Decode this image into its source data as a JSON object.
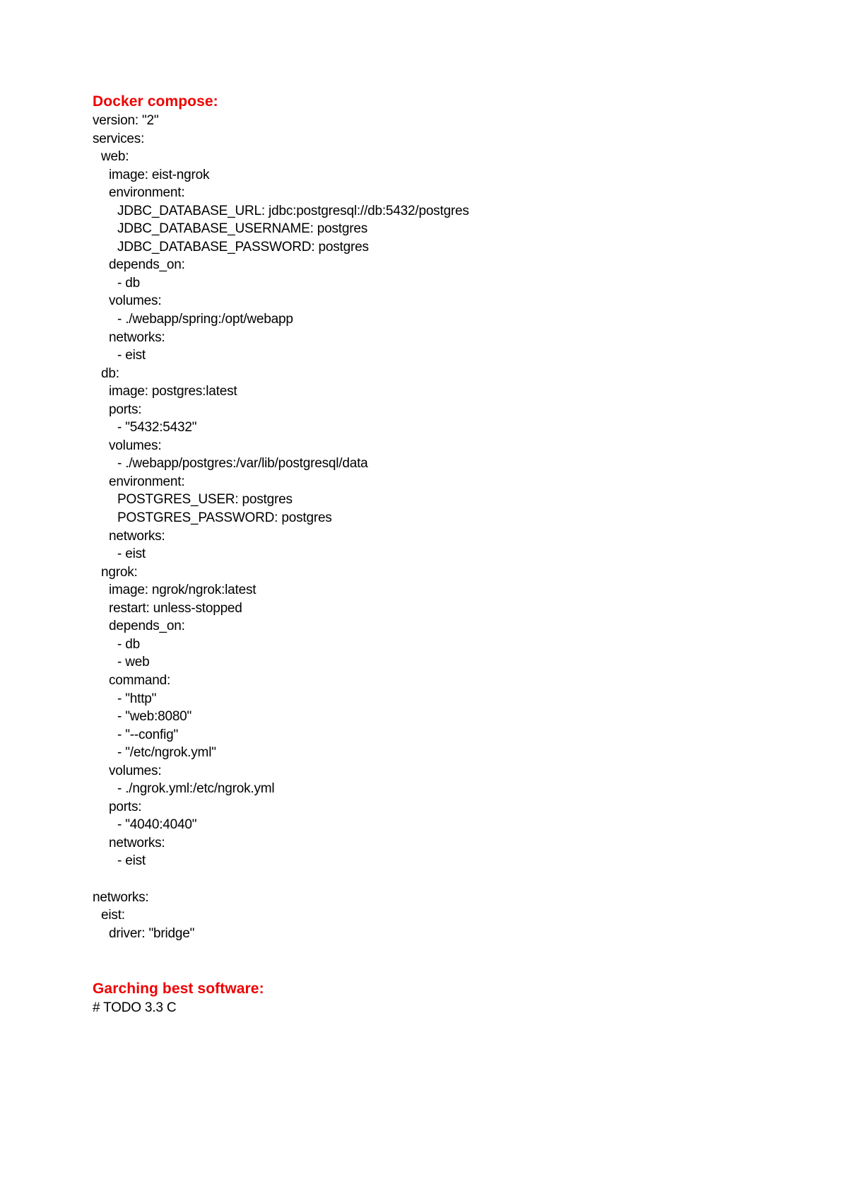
{
  "document": {
    "sections": [
      {
        "heading": "Docker compose:",
        "lines": [
          {
            "indent": 0,
            "text": "version: \"2\""
          },
          {
            "indent": 0,
            "text": "services:"
          },
          {
            "indent": 1,
            "text": "web:"
          },
          {
            "indent": 2,
            "text": "image: eist-ngrok"
          },
          {
            "indent": 2,
            "text": "environment:"
          },
          {
            "indent": 3,
            "text": "JDBC_DATABASE_URL: jdbc:postgresql://db:5432/postgres"
          },
          {
            "indent": 3,
            "text": "JDBC_DATABASE_USERNAME: postgres"
          },
          {
            "indent": 3,
            "text": "JDBC_DATABASE_PASSWORD: postgres"
          },
          {
            "indent": 2,
            "text": "depends_on:"
          },
          {
            "indent": 3,
            "text": "- db"
          },
          {
            "indent": 2,
            "text": "volumes:"
          },
          {
            "indent": 3,
            "text": "- ./webapp/spring:/opt/webapp"
          },
          {
            "indent": 2,
            "text": "networks:"
          },
          {
            "indent": 3,
            "text": "- eist"
          },
          {
            "indent": 1,
            "text": "db:"
          },
          {
            "indent": 2,
            "text": "image: postgres:latest"
          },
          {
            "indent": 2,
            "text": "ports:"
          },
          {
            "indent": 3,
            "text": "- \"5432:5432\""
          },
          {
            "indent": 2,
            "text": "volumes:"
          },
          {
            "indent": 3,
            "text": "- ./webapp/postgres:/var/lib/postgresql/data"
          },
          {
            "indent": 2,
            "text": "environment:"
          },
          {
            "indent": 3,
            "text": "POSTGRES_USER: postgres"
          },
          {
            "indent": 3,
            "text": "POSTGRES_PASSWORD: postgres"
          },
          {
            "indent": 2,
            "text": "networks:"
          },
          {
            "indent": 3,
            "text": "- eist"
          },
          {
            "indent": 1,
            "text": "ngrok:"
          },
          {
            "indent": 2,
            "text": "image: ngrok/ngrok:latest"
          },
          {
            "indent": 2,
            "text": "restart: unless-stopped"
          },
          {
            "indent": 2,
            "text": "depends_on:"
          },
          {
            "indent": 3,
            "text": "- db"
          },
          {
            "indent": 3,
            "text": "- web"
          },
          {
            "indent": 2,
            "text": "command:"
          },
          {
            "indent": 3,
            "text": "- \"http\""
          },
          {
            "indent": 3,
            "text": "- \"web:8080\""
          },
          {
            "indent": 3,
            "text": "- \"--config\""
          },
          {
            "indent": 3,
            "text": "- \"/etc/ngrok.yml\""
          },
          {
            "indent": 2,
            "text": "volumes:"
          },
          {
            "indent": 3,
            "text": "- ./ngrok.yml:/etc/ngrok.yml"
          },
          {
            "indent": 2,
            "text": "ports:"
          },
          {
            "indent": 3,
            "text": "- \"4040:4040\""
          },
          {
            "indent": 2,
            "text": "networks:"
          },
          {
            "indent": 3,
            "text": "- eist"
          },
          {
            "indent": 0,
            "text": ""
          },
          {
            "indent": 0,
            "text": "networks:"
          },
          {
            "indent": 1,
            "text": "eist:"
          },
          {
            "indent": 2,
            "text": "driver: \"bridge\""
          }
        ]
      },
      {
        "heading": "Garching best software:",
        "lines": [
          {
            "indent": 0,
            "text": "# TODO 3.3 C"
          }
        ]
      }
    ]
  },
  "colors": {
    "heading": "#ee0000",
    "text": "#000000",
    "background": "#ffffff"
  }
}
